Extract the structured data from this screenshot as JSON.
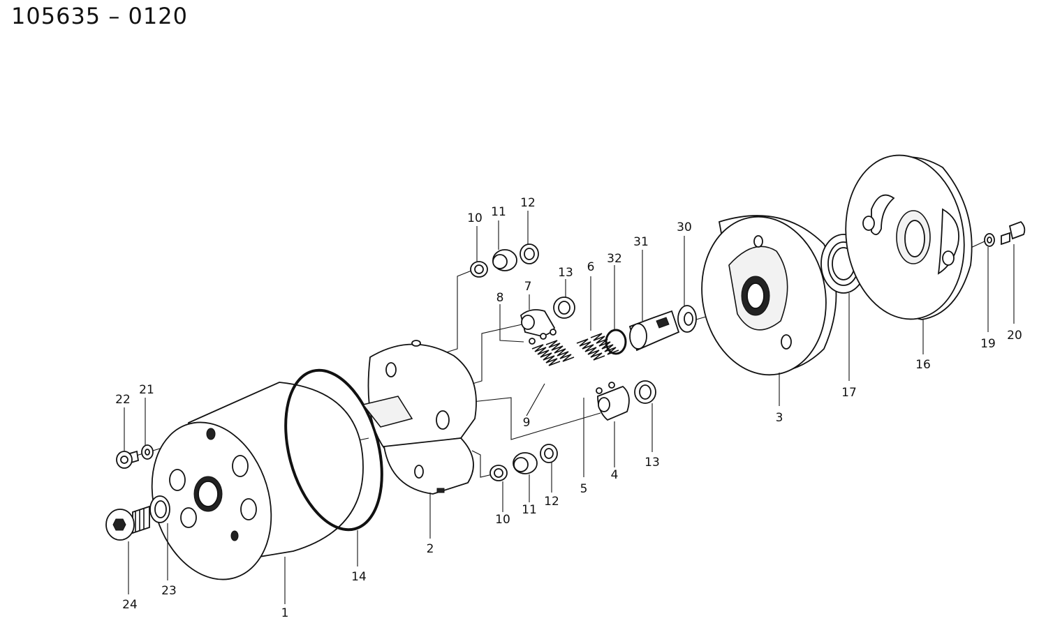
{
  "title": "105635 – 0120",
  "callouts": {
    "c1": "1",
    "c2": "2",
    "c3": "3",
    "c4": "4",
    "c5": "5",
    "c6": "6",
    "c7": "7",
    "c8": "8",
    "c9": "9",
    "c10a": "10",
    "c10b": "10",
    "c11a": "11",
    "c11b": "11",
    "c12a": "12",
    "c12b": "12",
    "c13a": "13",
    "c13b": "13",
    "c14": "14",
    "c16": "16",
    "c17": "17",
    "c19": "19",
    "c20": "20",
    "c21": "21",
    "c22": "22",
    "c23": "23",
    "c24": "24",
    "c30": "30",
    "c31": "31",
    "c32": "32"
  }
}
